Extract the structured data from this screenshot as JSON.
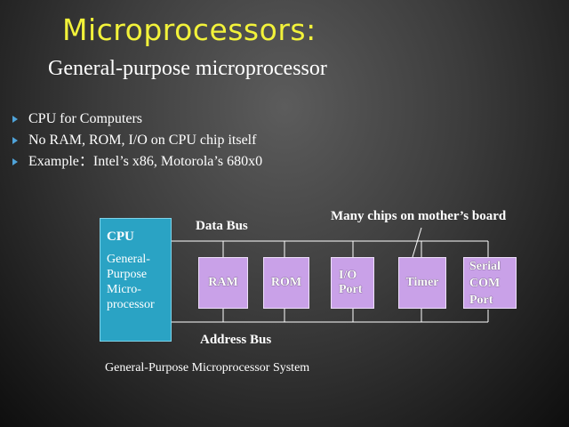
{
  "slide": {
    "title": "Microprocessors:",
    "subtitle": "General-purpose microprocessor",
    "bullets": [
      "CPU for Computers",
      "No RAM, ROM, I/O on CPU chip itself",
      "Example：Intel’s x86, Motorola’s 680x0"
    ]
  },
  "diagram": {
    "data_bus_label": "Data Bus",
    "address_bus_label": "Address Bus",
    "note": "Many chips on mother’s board",
    "caption": "General-Purpose Microprocessor System",
    "cpu": {
      "title": "CPU",
      "lines": [
        "General-",
        "Purpose",
        "Micro-",
        "processor"
      ]
    },
    "chips": [
      "RAM",
      "ROM",
      "I/O Port",
      "Timer",
      "Serial COM Port"
    ],
    "colors": {
      "cpu": "#2aa3c4",
      "chip": "#c9a1e8",
      "title": "#f2f23a",
      "bullet": "#4fa3d9"
    }
  }
}
